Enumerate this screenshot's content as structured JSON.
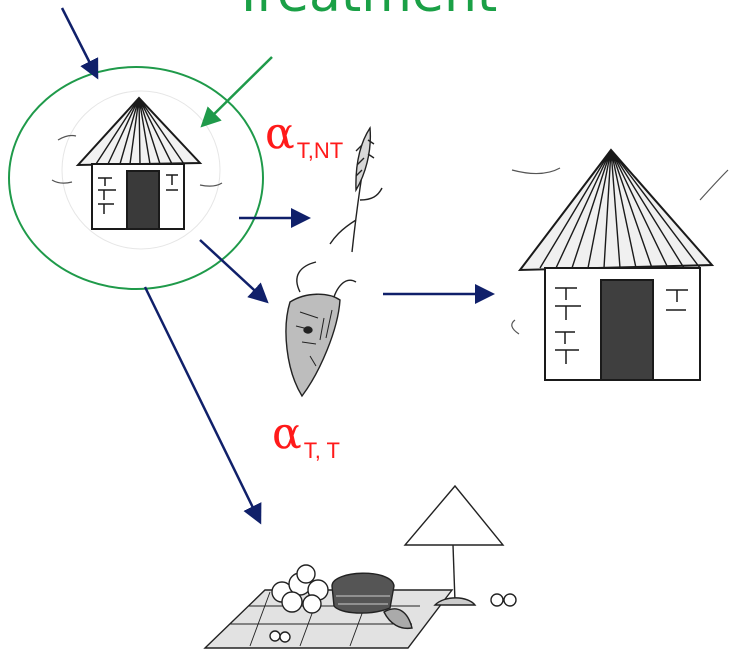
{
  "title": "Treatment",
  "coefficients": {
    "nontreated": {
      "symbol": "α",
      "subscript": "T,NT"
    },
    "treated": {
      "symbol": "α",
      "subscript": "T, T"
    }
  },
  "colors": {
    "title": "#1aa046",
    "circle": "#1f9a4a",
    "green_arrow": "#1f9a4a",
    "arrows": "#10206a",
    "coefficient": "#ff1a1a"
  },
  "icons": [
    "hut-icon",
    "sorghum-plant-icon",
    "goat-icon",
    "large-hut-icon",
    "market-stall-icon"
  ]
}
